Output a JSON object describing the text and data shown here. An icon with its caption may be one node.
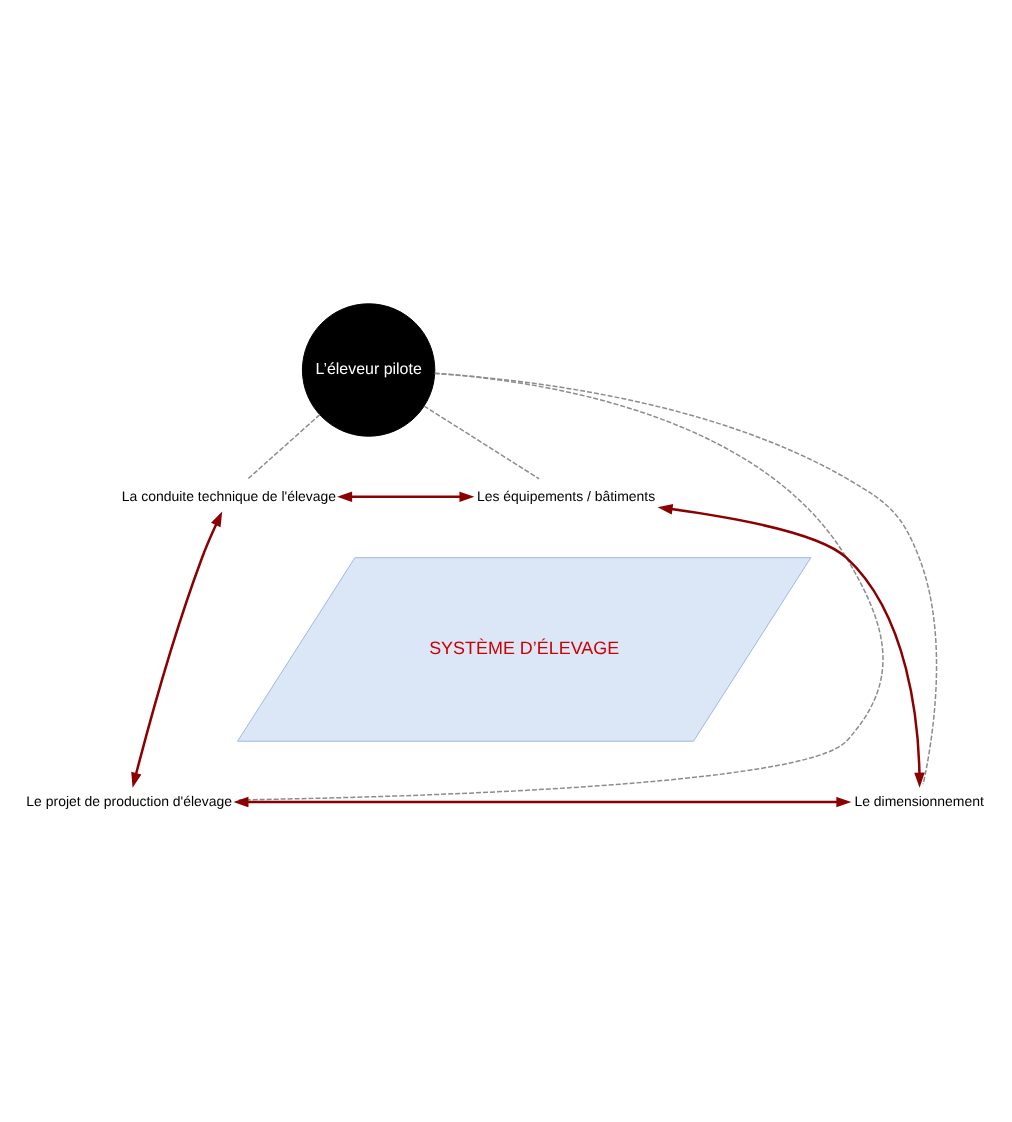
{
  "diagram": {
    "nodes": [
      {
        "text": [
          "L’éleveur pilote"
        ]
      },
      {
        "text": [
          "SYSTÈME D’ÉLEVAGE"
        ]
      },
      {
        "text": [
          "La conduite technique de l'élevage"
        ]
      },
      {
        "text": [
          "Les équipements / bâtiments"
        ]
      },
      {
        "text": [
          "Le projet de production d'élevage"
        ]
      },
      {
        "text": [
          "Le dimensionnement"
        ]
      }
    ],
    "edges": [
      {
        "from": 0,
        "to": 2,
        "arrow": "none",
        "style": "dashed",
        "color": "#8c8c8c"
      },
      {
        "from": 0,
        "to": 3,
        "arrow": "none",
        "style": "dashed",
        "color": "#8c8c8c"
      },
      {
        "from": 0,
        "to": 4,
        "arrow": "none",
        "style": "dashed",
        "color": "#8c8c8c"
      },
      {
        "from": 0,
        "to": 5,
        "arrow": "none",
        "style": "dashed",
        "color": "#8c8c8c"
      },
      {
        "from": 2,
        "to": 3,
        "arrow": "both",
        "color": "#8b0000"
      },
      {
        "from": 3,
        "to": 5,
        "arrow": "both",
        "color": "#8b0000"
      },
      {
        "from": 5,
        "to": 4,
        "arrow": "both",
        "color": "#8b0000"
      },
      {
        "from": 4,
        "to": 2,
        "arrow": "both",
        "color": "#8b0000"
      }
    ]
  }
}
